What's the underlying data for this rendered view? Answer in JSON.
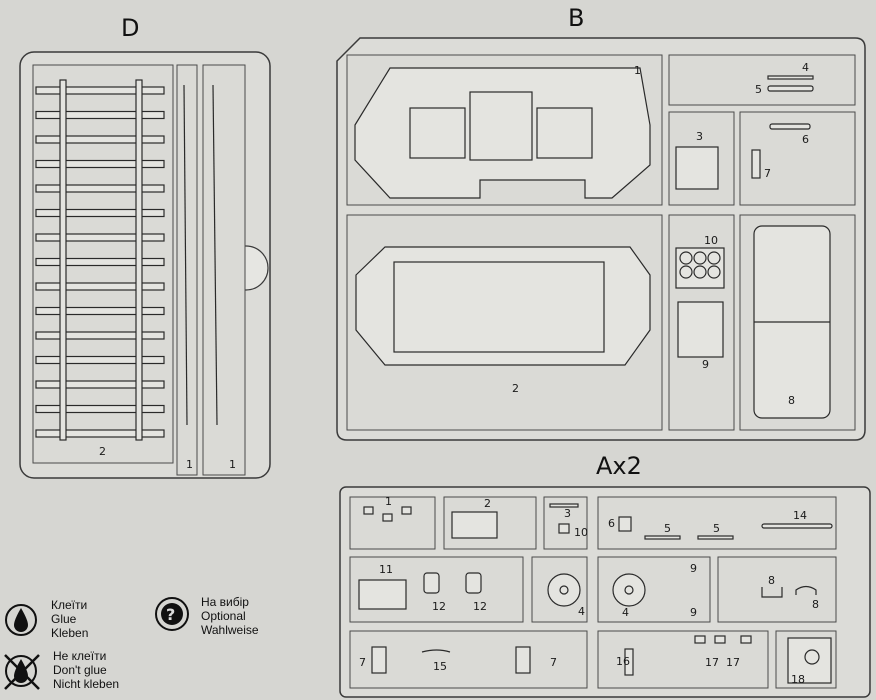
{
  "sprues": {
    "D": {
      "title": "D",
      "labels": [
        "2",
        "1",
        "1"
      ]
    },
    "B": {
      "title": "B",
      "labels": [
        "1",
        "4",
        "5",
        "3",
        "6",
        "7",
        "10",
        "9",
        "2",
        "8"
      ]
    },
    "A": {
      "title": "Ax2",
      "labels": [
        "1",
        "2",
        "3",
        "10",
        "6",
        "5",
        "5",
        "14",
        "11",
        "12",
        "12",
        "4",
        "4",
        "9",
        "9",
        "8",
        "8",
        "7",
        "15",
        "7",
        "16",
        "17",
        "17",
        "18"
      ]
    }
  },
  "legend": {
    "glue": [
      "Клеїти",
      "Glue",
      "Kleben"
    ],
    "optional": [
      "На вибір",
      "Optional",
      "Wahlweise"
    ],
    "no_glue": [
      "Не клеїти",
      "Don't glue",
      "Nicht kleben"
    ]
  }
}
